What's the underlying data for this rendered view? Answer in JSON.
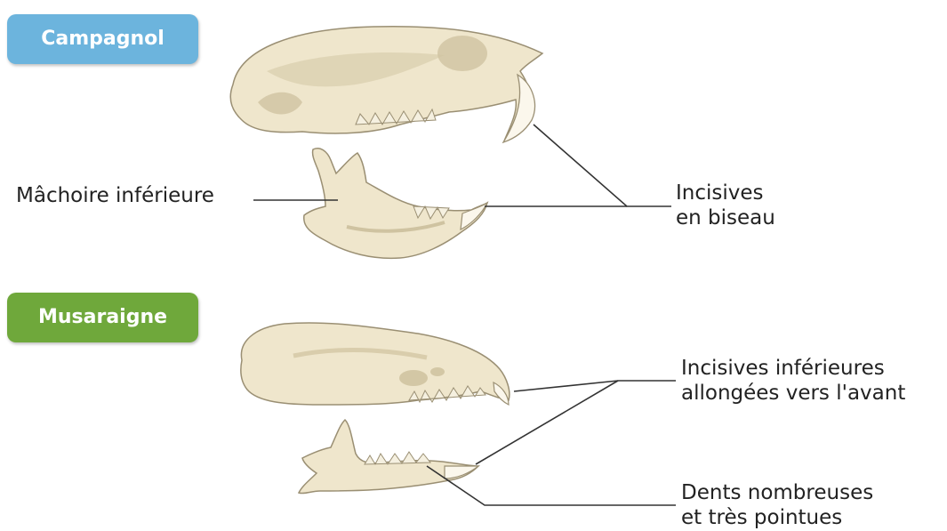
{
  "badges": {
    "campagnol": {
      "text": "Campagnol",
      "color": "#6cb4dd"
    },
    "musaraigne": {
      "text": "Musaraigne",
      "color": "#6fa83b"
    }
  },
  "labels": {
    "machoire": "Mâchoire inférieure",
    "incisives_biseau_1": "Incisives",
    "incisives_biseau_2": "en biseau",
    "incisives_inf_1": "Incisives inférieures",
    "incisives_inf_2": "allongées vers l'avant",
    "dents_1": "Dents nombreuses",
    "dents_2": "et très pointues"
  },
  "colors": {
    "bone": "#efe6cc",
    "bone_shadow": "#cfc3a1",
    "bone_outline": "#9a8f73",
    "leader_line": "#333333"
  }
}
